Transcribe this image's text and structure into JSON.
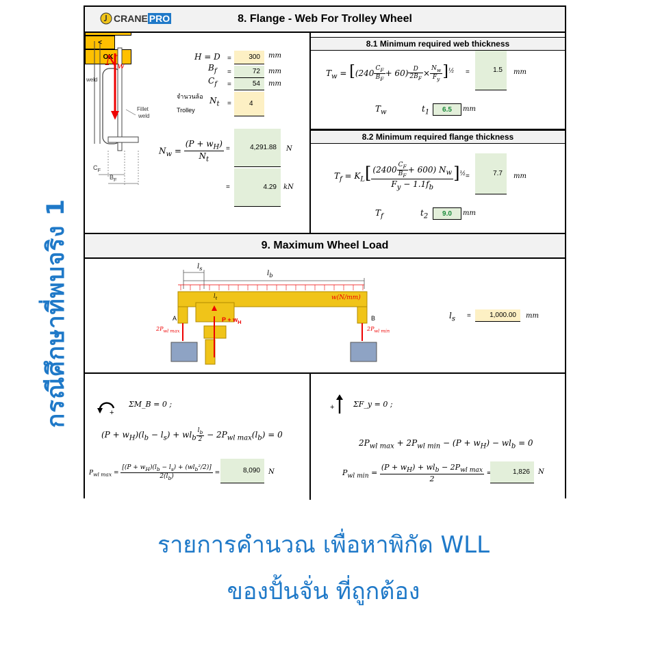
{
  "logo": {
    "part1": "CRANE",
    "part2": "PRO"
  },
  "section8": {
    "title": "8. Flange - Web For Trolley Wheel",
    "sub81": "8.1 Minimum required web thickness",
    "sub82": "8.2 Minimum required flange thickness",
    "diagram": {
      "nw": "N",
      "nw_sub": "w",
      "weld": "weld",
      "fillet1": "Fillet",
      "fillet2": "weld",
      "cf": "C",
      "cf_sub": "F",
      "bf": "B",
      "bf_sub": "F"
    },
    "params": {
      "h_label": "H = D",
      "h_value": "300",
      "h_unit": "mm",
      "bf_label": "B",
      "bf_sub": "f",
      "bf_value": "72",
      "bf_unit": "mm",
      "cf_label": "C",
      "cf_sub": "f",
      "cf_value": "54",
      "cf_unit": "mm",
      "nt_thai1": "จำนวนล้อ",
      "nt_thai2": "Trolley",
      "nt_label": "N",
      "nt_sub": "t",
      "nt_value": "4",
      "nw_value_n": "4,291.88",
      "nw_unit_n": "N",
      "nw_value_kn": "4.29",
      "nw_unit_kn": "kN"
    },
    "web": {
      "tw_value": "1.5",
      "tw_unit": "mm",
      "compare": "<",
      "t1_value": "6.5",
      "t1_unit": "mm",
      "status": "OK"
    },
    "flange": {
      "tf_value": "7.7",
      "tf_unit": "mm",
      "compare": "<",
      "t2_value": "9.0",
      "t2_unit": "mm",
      "status": "OK"
    }
  },
  "section9": {
    "title": "9.  Maximum Wheel Load",
    "ls_value": "1,000.00",
    "ls_unit": "mm",
    "load_label": "w(N/mm)",
    "p_label": "P + w",
    "p_sub": "H",
    "a_label": "A",
    "b_label": "B",
    "pmax_label": "2P",
    "pmax_sub": "wl max",
    "pmin_label": "2P",
    "pmin_sub": "wl min",
    "ls": "l",
    "ls_sub": "s",
    "lb": "l",
    "lb_sub": "b",
    "lt": "l",
    "lt_sub": "t",
    "moment_eq": "ΣM_B = 0 ;",
    "force_eq": "ΣF_y = 0 ;",
    "pmax_value": "8,090",
    "pmax_unit": "N",
    "pmin_value": "1,826",
    "pmin_unit": "N"
  },
  "overlay": {
    "side_text": "กรณีศึกษาที่พบจริง 1",
    "bottom_line1": "รายการคำนวณ เพื่อหาพิกัด WLL",
    "bottom_line2": "ของปั้นจั่น ที่ถูกต้อง"
  },
  "colors": {
    "accent": "#1f79c8",
    "input": "#fdf0c4",
    "result": "#e3efda",
    "status": "#ffc000",
    "crane": "#f0c419"
  }
}
